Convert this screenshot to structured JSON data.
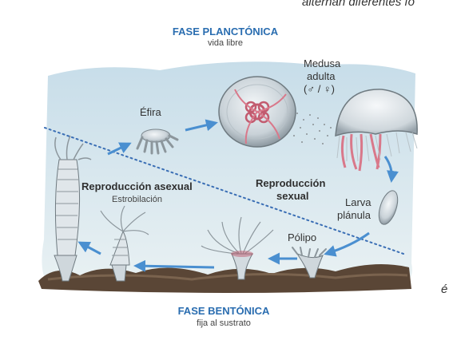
{
  "header_cut_text": "alternan diferentes fo",
  "side_cut_text": "é",
  "planktonic_phase": {
    "title": "FASE PLANCTÓNICA",
    "subtitle": "vida libre"
  },
  "benthic_phase": {
    "title": "FASE BENTÓNICA",
    "subtitle": "fija al sustrato"
  },
  "labels": {
    "ephyra": "Éfira",
    "adult_medusa_line1": "Medusa",
    "adult_medusa_line2": "adulta",
    "adult_medusa_sex": "(♂ / ♀)",
    "sexual_reproduction_line1": "Reproducción",
    "sexual_reproduction_line2": "sexual",
    "planula_line1": "Larva",
    "planula_line2": "plánula",
    "polyp": "Pólipo",
    "asexual_reproduction": "Reproducción asexual",
    "strobilation": "Estrobilación"
  },
  "colors": {
    "title_blue": "#2a6db0",
    "arrow_blue": "#4a8fd0",
    "water_top": "#cfe3ee",
    "water_bottom": "#e6f0f3",
    "seabed": "#5a4636",
    "tentacle_pink": "#d9788a"
  }
}
